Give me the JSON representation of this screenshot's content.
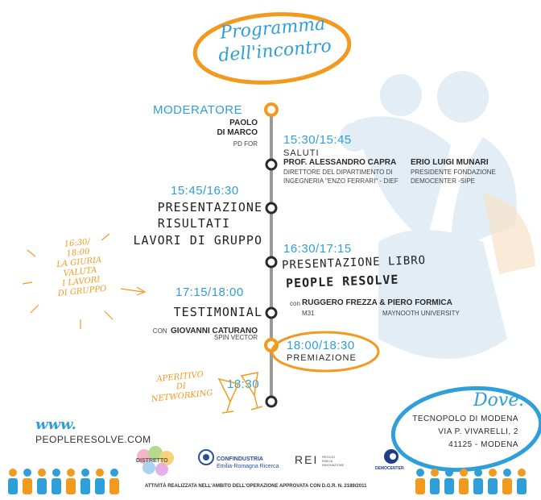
{
  "header": {
    "title_line1": "Programma",
    "title_line2": "dell'incontro"
  },
  "moderator": {
    "label": "MODERATORE",
    "name_line1": "PAOLO",
    "name_line2": "DI MARCO",
    "org": "PD FOR"
  },
  "session1": {
    "time": "15:30/15:45",
    "title": "SALUTI",
    "speaker1_name": "PROF. ALESSANDRO CAPRA",
    "speaker1_role_line1": "DIRETTORE DEL DIPARTIMENTO DI",
    "speaker1_role_line2": "INGEGNERIA \"ENZO FERRARI\" - DIEF",
    "speaker2_name": "ERIO LUIGI MUNARI",
    "speaker2_role_line1": "PRESIDENTE FONDAZIONE",
    "speaker2_role_line2": "DEMOCENTER -SIPE"
  },
  "session2": {
    "time": "15:45/16:30",
    "line1": "PRESENTAZIONE",
    "line2": "RISULTATI",
    "line3": "LAVORI DI GRUPPO"
  },
  "side_note": {
    "time": "16:30/",
    "time2": "18:00",
    "line1": "LA GIURIA",
    "line2": "VALUTA",
    "line3": "I LAVORI",
    "line4": "DI GRUPPO"
  },
  "session3": {
    "time": "16:30/17:15",
    "line1": "PRESENTAZIONE LIBRO",
    "line2": "PEOPLE RESOLVE",
    "con": "con",
    "speakers": "RUGGERO FREZZA & PIERO FORMICA",
    "org1": "M31",
    "org2": "MAYNOOTH UNIVERSITY"
  },
  "session4": {
    "time": "17:15/18:00",
    "title": "TESTIMONIAL",
    "con": "CON",
    "speaker": "GIOVANNI CATURANO",
    "org": "SPIN VECTOR"
  },
  "session5": {
    "time": "18:00/18:30",
    "title": "PREMIAZIONE"
  },
  "session6": {
    "time": "18:30",
    "line1": "APERITIVO",
    "line2": "DI",
    "line3": "NETWORKING"
  },
  "website": {
    "line1": "www.",
    "line2": "PEOPLERESOLVE.COM"
  },
  "venue": {
    "label": "Dove:",
    "line1": "TECNOPOLO DI MODENA",
    "line2": "VIA P. VIVARELLI, 2",
    "line3": "41125  -  MODENA"
  },
  "logos": {
    "distretto": "DISTRETTO",
    "confindustria_line1": "CONFINDUSTRIA",
    "confindustria_line2": "Emilia-Romagna Ricerca",
    "rei": "REI",
    "rei_sub1": "REGGIO",
    "rei_sub2": "EMILIA",
    "rei_sub3": "INNOVAZIONE",
    "democenter": "DEMOCENTER"
  },
  "footer": {
    "text": "ATTIVITÀ REALIZZATA NELL'AMBITO DELL'OPERAZIONE APPROVATA CON D.G.R. N. 2189/2011"
  },
  "colors": {
    "orange": "#f29a1f",
    "blue": "#2e9fd8",
    "dark": "#2a2a2a",
    "bg_people": "#dfe9f4"
  }
}
